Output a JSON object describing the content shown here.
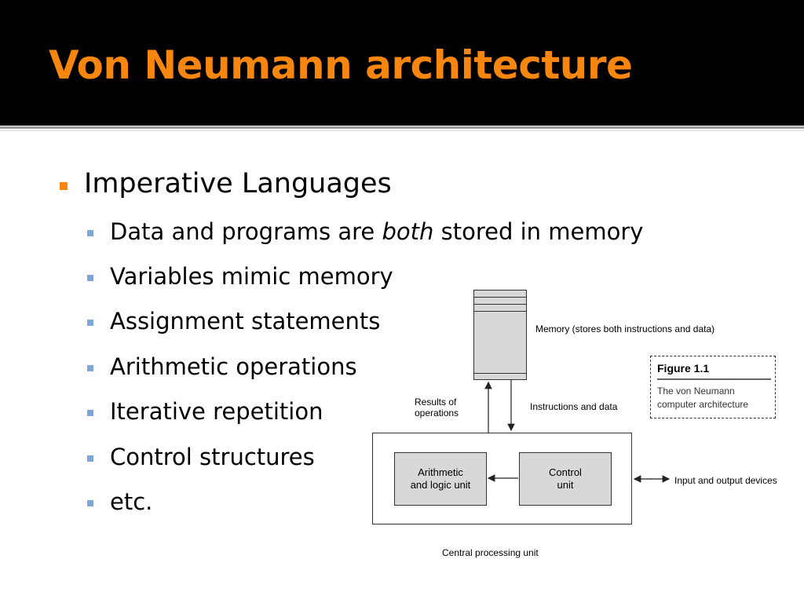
{
  "slide": {
    "title": "Von Neumann architecture",
    "accent_color": "#f7860f",
    "sub_bullet_color": "#7fa6d9"
  },
  "content": {
    "main_bullet": "Imperative Languages",
    "first_sub": {
      "before": "Data and programs are ",
      "emphasis": "both",
      "after": " stored in memory"
    },
    "sub_bullets": [
      "Variables mimic memory",
      "Assignment statements",
      "Arithmetic operations",
      "Iterative repetition",
      "Control structures",
      "etc."
    ]
  },
  "diagram": {
    "memory_label": "Memory (stores both instructions and data)",
    "results_label": "Results of\noperations",
    "instructions_label": "Instructions and data",
    "alu_label": "Arithmetic\nand logic unit",
    "control_label": "Control\nunit",
    "io_label": "Input and output devices",
    "cpu_label": "Central processing unit",
    "figure_title": "Figure 1.1",
    "figure_caption": "The von Neumann\ncomputer architecture"
  }
}
